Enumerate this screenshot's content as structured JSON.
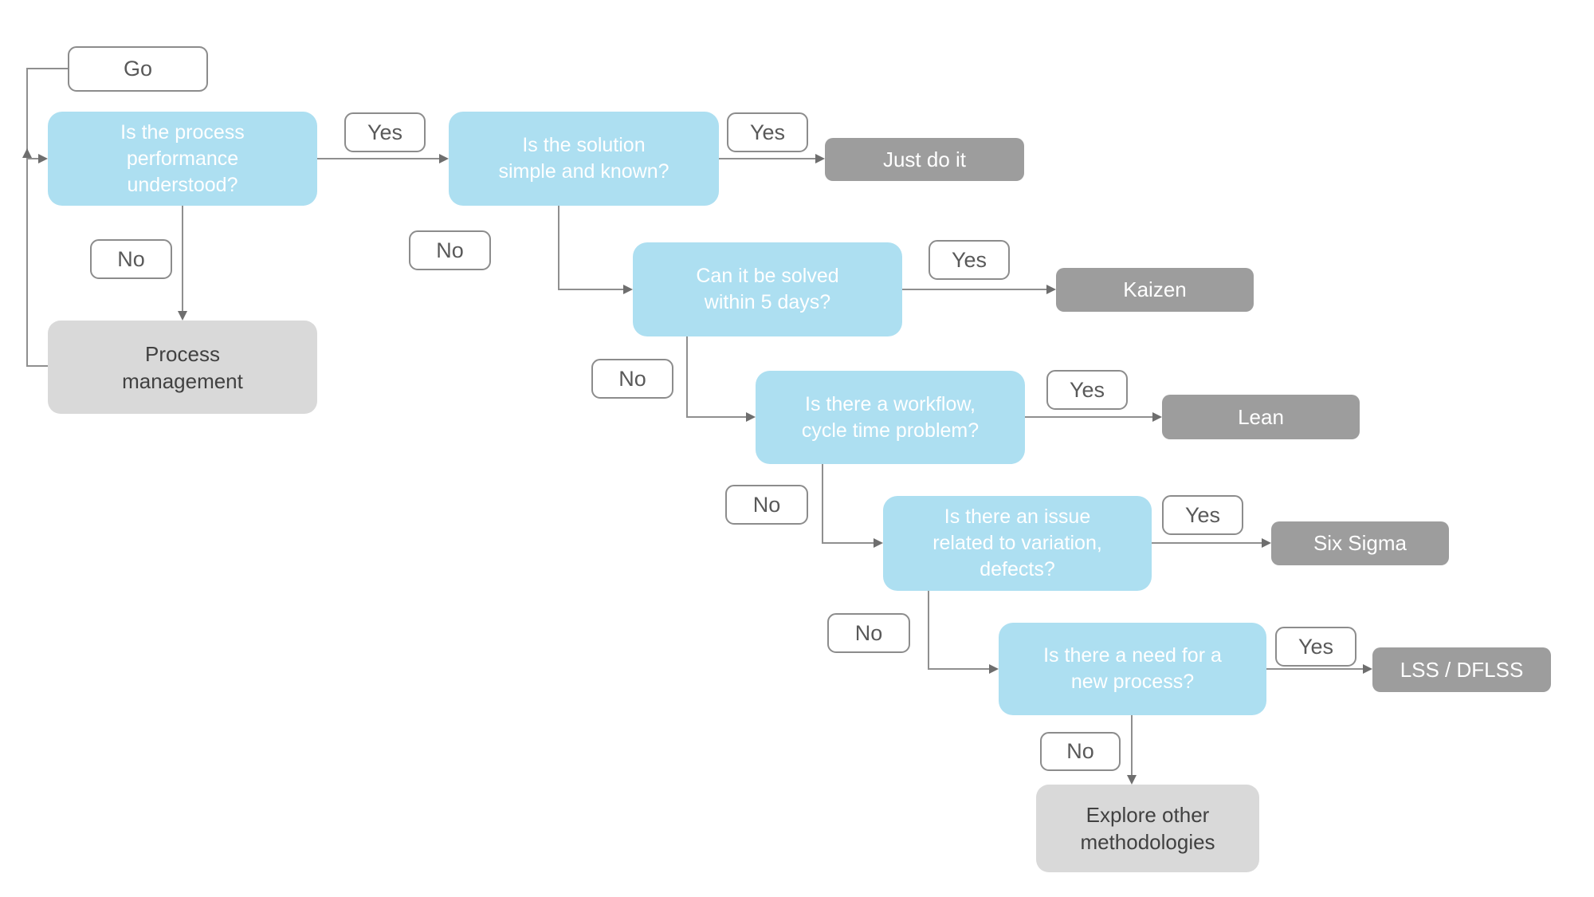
{
  "background": "#FFFFFF",
  "colors": {
    "question_fill": "#ADDFF1",
    "question_text": "#FFFFFF",
    "outcome_fill": "#9D9D9D",
    "outcome_text": "#FFFFFF",
    "terminal_fill": "#D9D9D9",
    "terminal_text": "#414141",
    "label_box_fill": "#FFFFFF",
    "label_box_border": "#8C8C8C",
    "label_text": "#595959",
    "connector_line": "#8F8F8F",
    "arrowhead": "#6E6E6E"
  },
  "nodes": {
    "go": {
      "label": "Go",
      "kind": "start"
    },
    "q_performance": {
      "label": "Is the process\nperformance\nunderstood?",
      "kind": "question"
    },
    "q_solution": {
      "label": "Is the solution\nsimple and known?",
      "kind": "question"
    },
    "q_five_days": {
      "label": "Can it be solved\nwithin 5 days?",
      "kind": "question"
    },
    "q_workflow": {
      "label": "Is there a workflow,\ncycle time problem?",
      "kind": "question"
    },
    "q_variation": {
      "label": "Is there an issue\nrelated to variation,\ndefects?",
      "kind": "question"
    },
    "q_new_process": {
      "label": "Is there a need for a\nnew process?",
      "kind": "question"
    },
    "just_do_it": {
      "label": "Just do it",
      "kind": "outcome"
    },
    "kaizen": {
      "label": "Kaizen",
      "kind": "outcome"
    },
    "lean": {
      "label": "Lean",
      "kind": "outcome"
    },
    "six_sigma": {
      "label": "Six Sigma",
      "kind": "outcome"
    },
    "lss_dflss": {
      "label": "LSS / DFLSS",
      "kind": "outcome"
    },
    "process_management": {
      "label": "Process\nmanagement",
      "kind": "terminal"
    },
    "explore_other": {
      "label": "Explore other\nmethodologies",
      "kind": "terminal"
    }
  },
  "edges": {
    "go_start": {
      "from": "go",
      "to": "q_performance"
    },
    "pm_loop": {
      "from": "process_management",
      "to": "q_performance"
    },
    "perf_yes": {
      "label": "Yes",
      "from": "q_performance",
      "to": "q_solution"
    },
    "perf_no": {
      "label": "No",
      "from": "q_performance",
      "to": "process_management"
    },
    "solution_yes": {
      "label": "Yes",
      "from": "q_solution",
      "to": "just_do_it"
    },
    "solution_no": {
      "label": "No",
      "from": "q_solution",
      "to": "q_five_days"
    },
    "five_days_yes": {
      "label": "Yes",
      "from": "q_five_days",
      "to": "kaizen"
    },
    "five_days_no": {
      "label": "No",
      "from": "q_five_days",
      "to": "q_workflow"
    },
    "workflow_yes": {
      "label": "Yes",
      "from": "q_workflow",
      "to": "lean"
    },
    "workflow_no": {
      "label": "No",
      "from": "q_workflow",
      "to": "q_variation"
    },
    "variation_yes": {
      "label": "Yes",
      "from": "q_variation",
      "to": "six_sigma"
    },
    "variation_no": {
      "label": "No",
      "from": "q_variation",
      "to": "q_new_process"
    },
    "new_process_yes": {
      "label": "Yes",
      "from": "q_new_process",
      "to": "lss_dflss"
    },
    "new_process_no": {
      "label": "No",
      "from": "q_new_process",
      "to": "explore_other"
    }
  }
}
